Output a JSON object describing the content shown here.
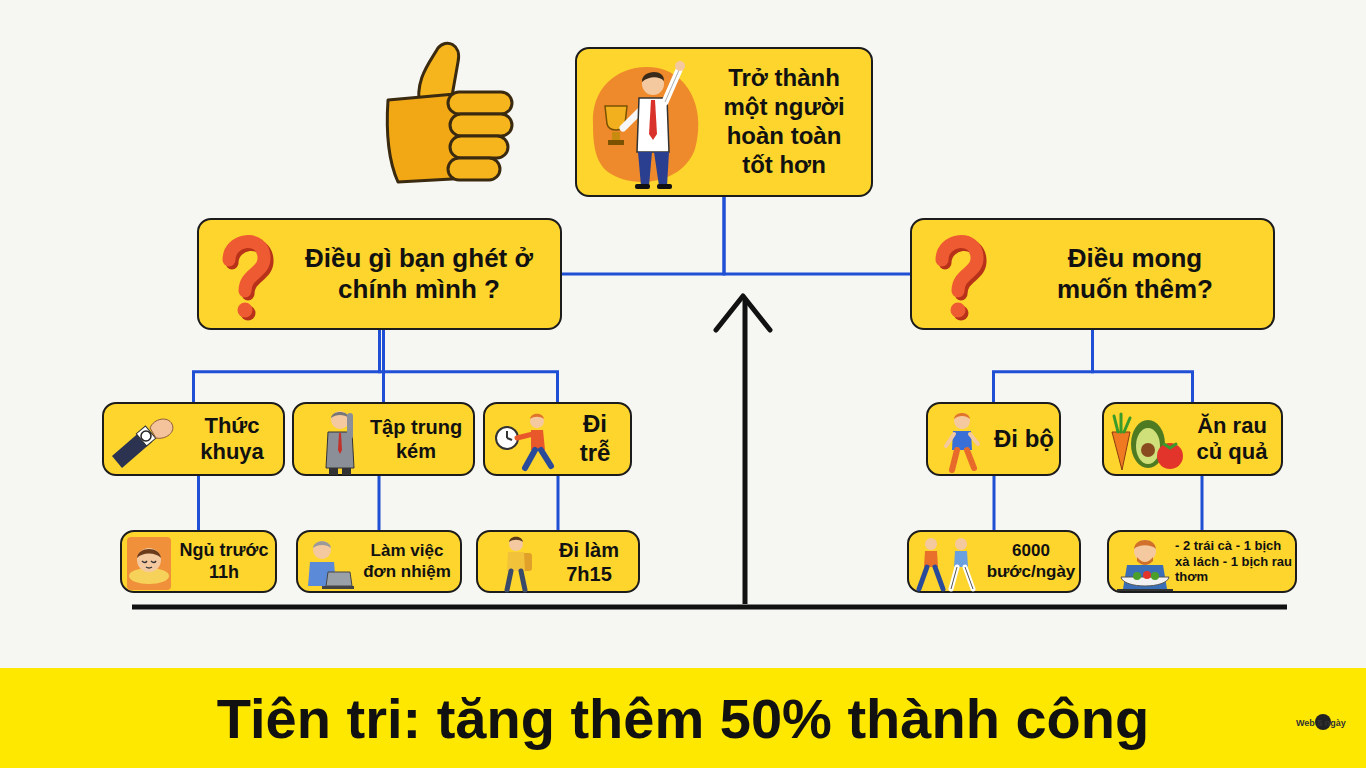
{
  "diagram": {
    "caption": "Tiên tri: tăng thêm 50% thành công",
    "nodes": [
      {
        "text": [
          "Trở thành một người hoàn toàn tốt hơn"
        ]
      },
      {
        "text": [
          "Điều gì bạn ghét ở chính mình ?"
        ]
      },
      {
        "text": [
          "Điều mong muốn thêm?"
        ]
      },
      {
        "text": [
          "Thức khuya"
        ]
      },
      {
        "text": [
          "Tập trung kém"
        ]
      },
      {
        "text": [
          "Đi trễ"
        ]
      },
      {
        "text": [
          "Đi bộ"
        ]
      },
      {
        "text": [
          "Ăn rau củ quả"
        ]
      },
      {
        "text": [
          "Ngủ trước 11h"
        ]
      },
      {
        "text": [
          "Làm việc đơn nhiệm"
        ]
      },
      {
        "text": [
          "Đi làm 7h15"
        ]
      },
      {
        "text": [
          "6000 bước/ngày"
        ]
      },
      {
        "text": [
          "- 2 trái cà - 1 bịch xà lách - 1 bịch rau thơm"
        ]
      }
    ],
    "edges": [
      {
        "from": 0,
        "to": 1,
        "arrow": "none"
      },
      {
        "from": 0,
        "to": 2,
        "arrow": "none"
      },
      {
        "from": 1,
        "to": 3,
        "arrow": "none"
      },
      {
        "from": 1,
        "to": 4,
        "arrow": "none"
      },
      {
        "from": 1,
        "to": 5,
        "arrow": "none"
      },
      {
        "from": 3,
        "to": 8,
        "arrow": "none"
      },
      {
        "from": 4,
        "to": 9,
        "arrow": "none"
      },
      {
        "from": 5,
        "to": 10,
        "arrow": "none"
      },
      {
        "from": 2,
        "to": 6,
        "arrow": "none"
      },
      {
        "from": 2,
        "to": 7,
        "arrow": "none"
      },
      {
        "from": 6,
        "to": 11,
        "arrow": "none"
      },
      {
        "from": 7,
        "to": 12,
        "arrow": "none"
      }
    ],
    "labels": [
      "Web 5 ngày"
    ]
  }
}
